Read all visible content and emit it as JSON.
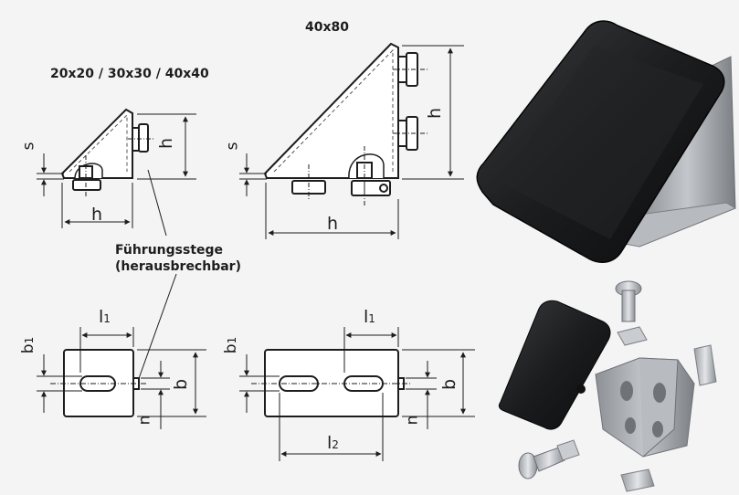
{
  "labels": {
    "size_small": "20x20 / 30x30 / 40x40",
    "size_large": "40x80",
    "guide_line1": "Führungsstege",
    "guide_line2": "(herausbrechbar)"
  },
  "dims": {
    "s": "s",
    "h": "h",
    "l": "l",
    "b": "b",
    "n": "n",
    "sub1": "1",
    "sub2": "2"
  },
  "colors": {
    "line": "#1d1d1d",
    "dash": "#555555",
    "paper": "#f4f4f4",
    "part_fill": "#ffffff",
    "cap": "#1b1c1e",
    "metal": "#a9adb2"
  }
}
